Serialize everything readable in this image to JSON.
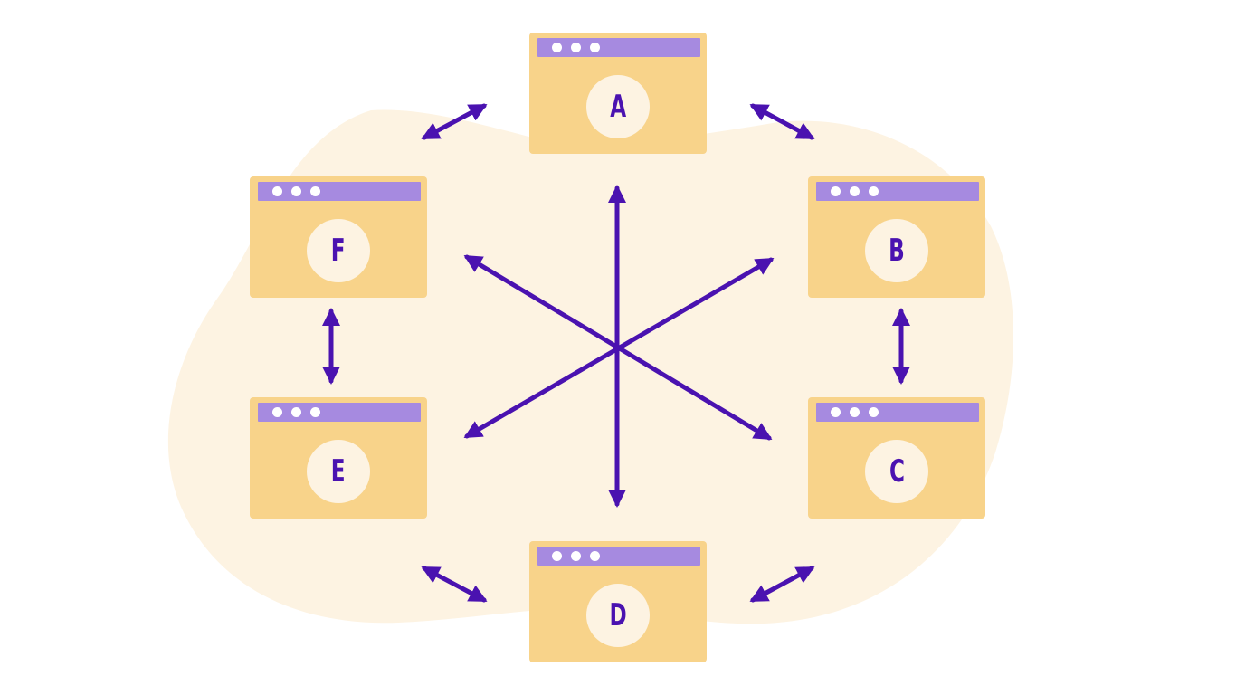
{
  "colors": {
    "blob": "#fdf3e2",
    "node_fill": "#f8d38a",
    "title_bar": "#a68ae0",
    "badge": "#fdf3e2",
    "text": "#4a12b0",
    "arrow": "#4a12b0"
  },
  "nodes": [
    {
      "id": "A",
      "label": "A"
    },
    {
      "id": "B",
      "label": "B"
    },
    {
      "id": "C",
      "label": "C"
    },
    {
      "id": "D",
      "label": "D"
    },
    {
      "id": "E",
      "label": "E"
    },
    {
      "id": "F",
      "label": "F"
    }
  ],
  "connections": [
    {
      "from": "A",
      "to": "B",
      "kind": "bidirectional"
    },
    {
      "from": "B",
      "to": "C",
      "kind": "bidirectional"
    },
    {
      "from": "C",
      "to": "D",
      "kind": "bidirectional"
    },
    {
      "from": "D",
      "to": "E",
      "kind": "bidirectional"
    },
    {
      "from": "E",
      "to": "F",
      "kind": "bidirectional"
    },
    {
      "from": "F",
      "to": "A",
      "kind": "bidirectional"
    },
    {
      "from": "A",
      "to": "D",
      "kind": "bidirectional"
    },
    {
      "from": "B",
      "to": "E",
      "kind": "bidirectional"
    },
    {
      "from": "F",
      "to": "C",
      "kind": "bidirectional"
    }
  ]
}
